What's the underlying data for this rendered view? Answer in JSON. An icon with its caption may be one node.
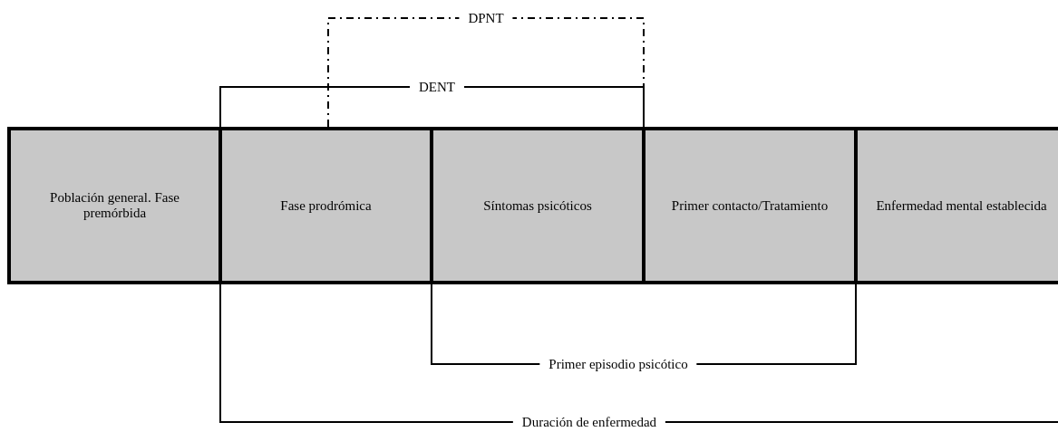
{
  "diagram": {
    "nodes": [
      {
        "text": [
          "Población general. Fase premórbida"
        ]
      },
      {
        "text": [
          "Fase prodrómica"
        ]
      },
      {
        "text": [
          "Síntomas psicóticos"
        ]
      },
      {
        "text": [
          "Primer contacto/Tratamiento"
        ]
      },
      {
        "text": [
          "Enfermedad mental establecida"
        ]
      }
    ],
    "edges": [],
    "labels": [
      "DPNT",
      "DENT",
      "Primer episodio psicótico",
      "Duración de enfermedad"
    ]
  }
}
